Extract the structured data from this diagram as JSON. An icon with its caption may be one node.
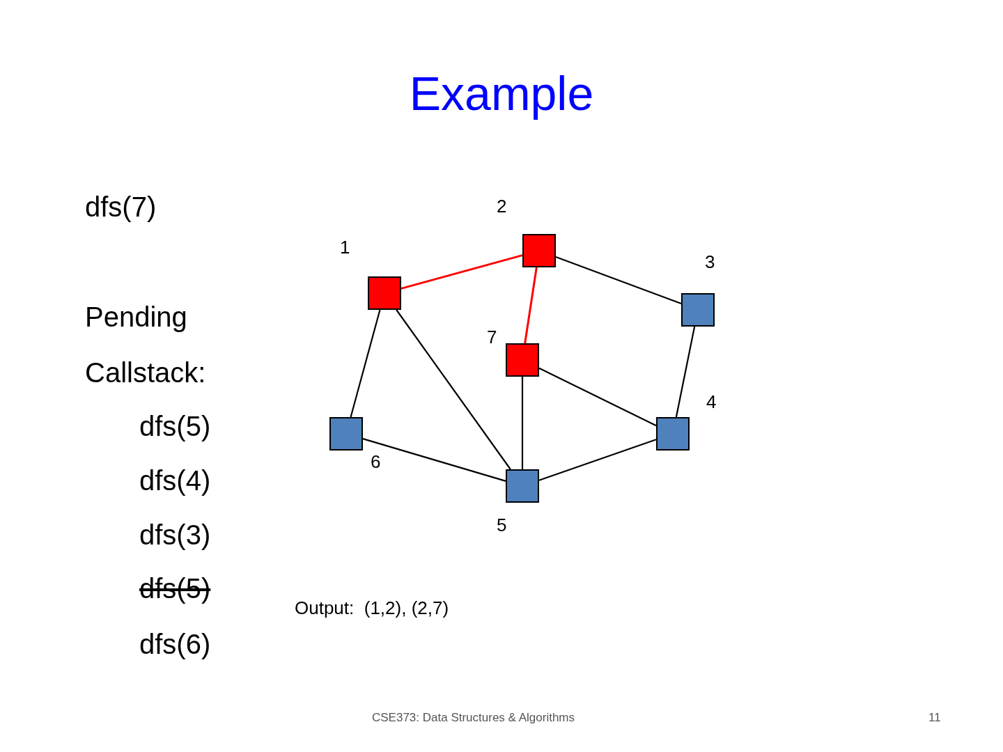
{
  "diagram": {
    "title": "Example",
    "nodes": [
      {
        "text": [],
        "shape": "box",
        "beside": [
          "1"
        ]
      },
      {
        "text": [],
        "shape": "box",
        "beside": [
          "2"
        ]
      },
      {
        "text": [],
        "shape": "box",
        "beside": [
          "3"
        ]
      },
      {
        "text": [],
        "shape": "box",
        "beside": [
          "7"
        ]
      },
      {
        "text": [],
        "shape": "box",
        "beside": [
          "6"
        ]
      },
      {
        "text": [],
        "shape": "box",
        "beside": [
          "4"
        ]
      },
      {
        "text": [],
        "shape": "box",
        "beside": [
          "5"
        ]
      }
    ],
    "edges": [
      {
        "from": 0,
        "to": 1,
        "arrow": "none",
        "color": "#ff0000"
      },
      {
        "from": 1,
        "to": 2,
        "arrow": "none"
      },
      {
        "from": 1,
        "to": 3,
        "arrow": "none",
        "color": "#ff0000"
      },
      {
        "from": 0,
        "to": 4,
        "arrow": "none"
      },
      {
        "from": 0,
        "to": 6,
        "arrow": "none"
      },
      {
        "from": 3,
        "to": 6,
        "arrow": "none"
      },
      {
        "from": 3,
        "to": 5,
        "arrow": "none"
      },
      {
        "from": 2,
        "to": 5,
        "arrow": "none"
      },
      {
        "from": 4,
        "to": 6,
        "arrow": "none"
      },
      {
        "from": 6,
        "to": 5,
        "arrow": "none"
      }
    ],
    "labels": [
      "dfs(7)",
      "Pending",
      "Callstack:",
      "dfs(5)",
      "dfs(4)",
      "dfs(3)",
      "dfs(5)",
      "dfs(6)",
      "Output:  (1,2), (2,7)",
      "CSE373: Data Structures & Algorithms",
      "11"
    ]
  }
}
